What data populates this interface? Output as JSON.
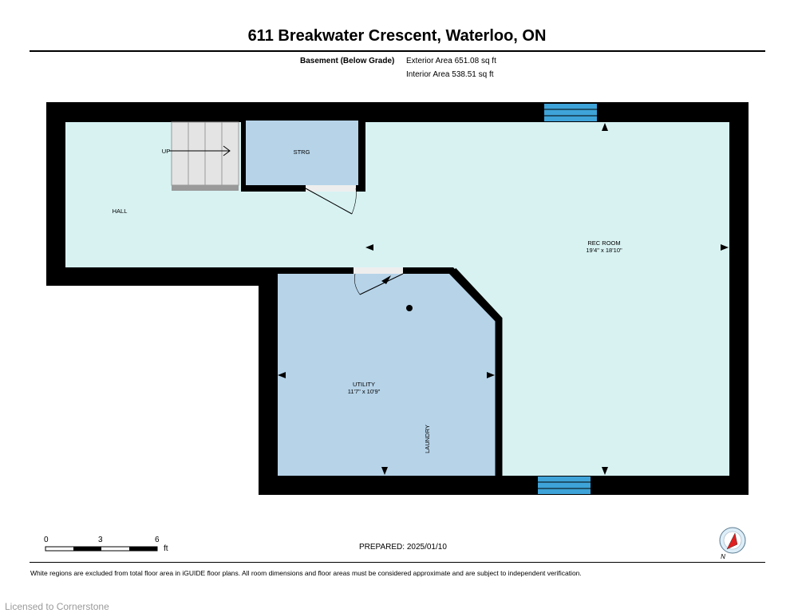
{
  "title": "611 Breakwater Crescent, Waterloo, ON",
  "floor_label": "Basement (Below Grade)",
  "exterior_area": "Exterior Area 651.08 sq ft",
  "interior_area": "Interior Area 538.51 sq ft",
  "rooms": {
    "hall": "HALL",
    "storage": "STRG",
    "stairs_label": "UP",
    "rec_room": {
      "name": "REC ROOM",
      "dimensions": "19'4\" x 18'10\""
    },
    "utility": {
      "name": "UTILITY",
      "dimensions": "11'7\" x 10'9\""
    },
    "laundry": "LAUNDRY"
  },
  "scale": {
    "ticks": [
      "0",
      "3",
      "6"
    ],
    "unit": "ft"
  },
  "compass_label": "N",
  "prepared": "PREPARED: 2025/01/10",
  "disclaimer": "White regions are excluded from total floor area in iGUIDE floor plans. All room dimensions and floor areas must be considered approximate and are subject to independent verification.",
  "license": "Licensed to Cornerstone",
  "colors": {
    "wall": "#000000",
    "rec_hall_fill": "#d8f2f2",
    "utility_storage_fill": "#b6d3e8",
    "window": "#3ea3d8",
    "stairs": "#e0e0e0",
    "compass_arrow": "#e02020"
  }
}
